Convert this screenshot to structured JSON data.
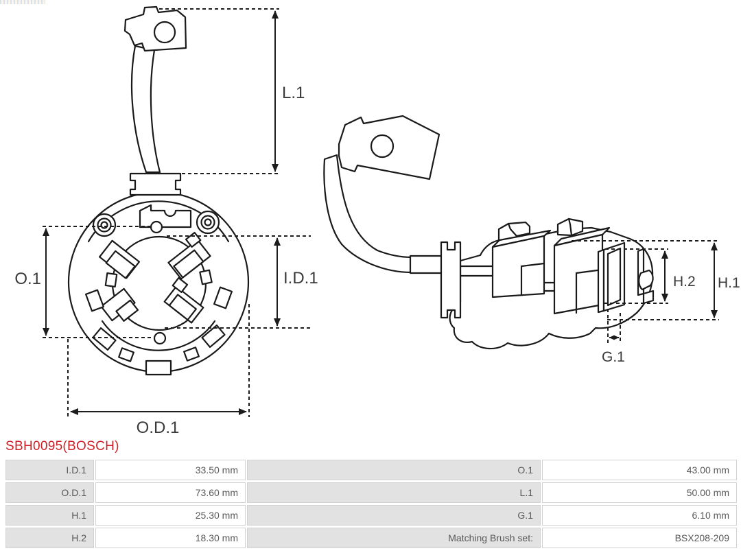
{
  "product": {
    "code": "SBH0095(BOSCH)"
  },
  "diagram": {
    "dimension_labels": {
      "l1": "L.1",
      "o1": "O.1",
      "id1": "I.D.1",
      "od1": "O.D.1",
      "h1": "H.1",
      "h2": "H.2",
      "g1": "G.1"
    }
  },
  "specs": {
    "rows": [
      {
        "left_label": "I.D.1",
        "left_value": "33.50 mm",
        "right_label": "O.1",
        "right_value": "43.00 mm"
      },
      {
        "left_label": "O.D.1",
        "left_value": "73.60 mm",
        "right_label": "L.1",
        "right_value": "50.00 mm"
      },
      {
        "left_label": "H.1",
        "left_value": "25.30 mm",
        "right_label": "G.1",
        "right_value": "6.10 mm"
      },
      {
        "left_label": "H.2",
        "left_value": "18.30 mm",
        "right_label": "Matching Brush set:",
        "right_value": "BSX208-209"
      }
    ]
  },
  "colors": {
    "title": "#cc2127",
    "line": "#1a1a1a",
    "table_label_bg": "#e2e2e2",
    "table_border": "#d2d2d2",
    "table_text": "#58585a"
  }
}
